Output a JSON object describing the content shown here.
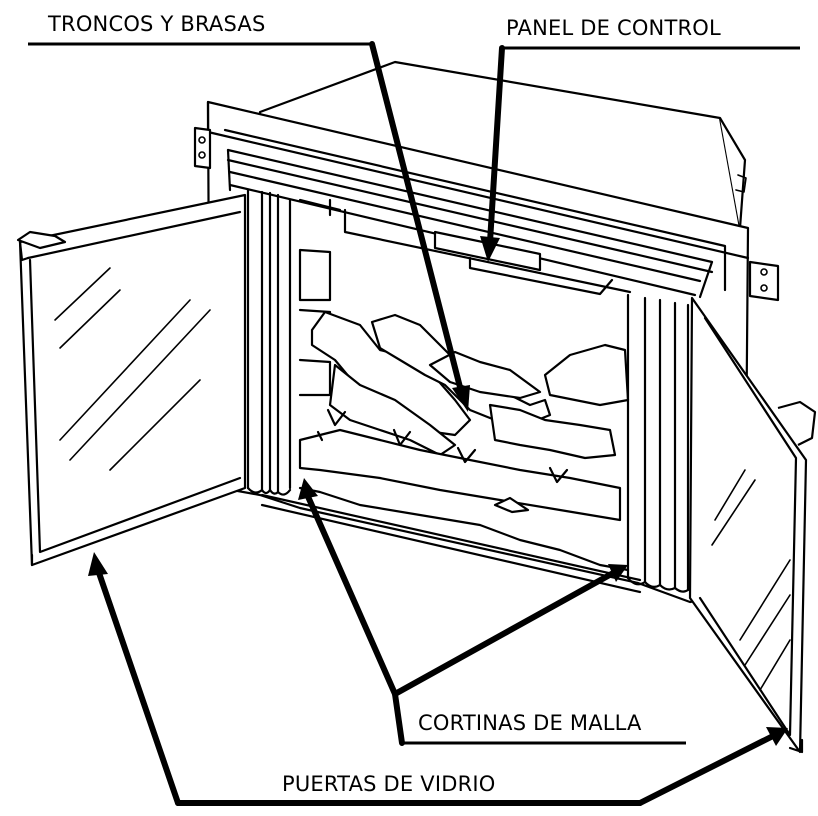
{
  "labels": {
    "logs": "TRONCOS Y BRASAS",
    "control_panel": "PANEL DE CONTROL",
    "mesh_curtains": "CORTINAS DE MALLA",
    "glass_doors": "PUERTAS DE VIDRIO"
  }
}
